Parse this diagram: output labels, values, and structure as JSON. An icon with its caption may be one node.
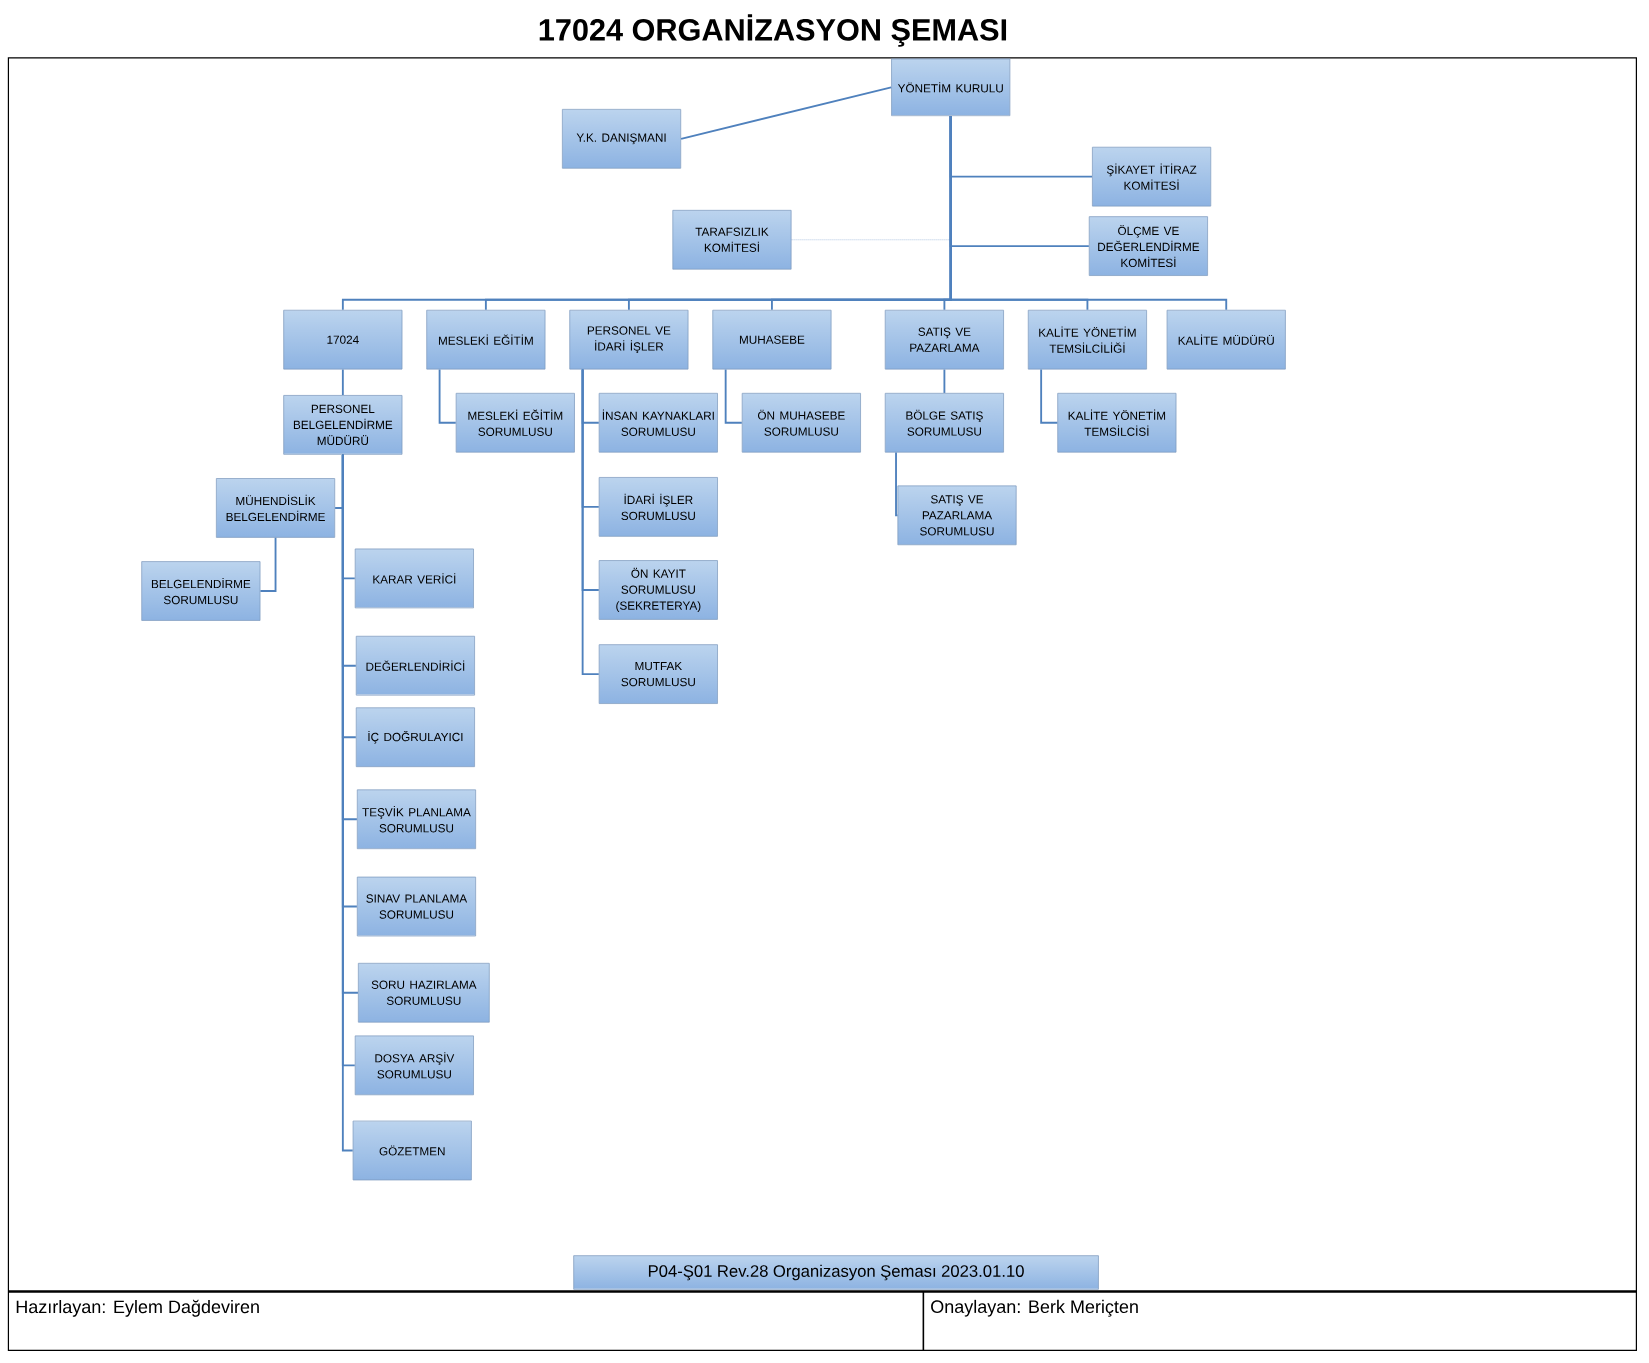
{
  "diagram": {
    "title": "17024 ORGANİZASYON ŞEMASI",
    "nodes": [
      {
        "text": [
          "YÖNETİM KURULU"
        ]
      },
      {
        "text": [
          "Y.K. DANIŞMANI"
        ]
      },
      {
        "text": [
          "ŞİKAYET İTİRAZ KOMİTESİ"
        ]
      },
      {
        "text": [
          "TARAFSIZLIK KOMİTESİ"
        ]
      },
      {
        "text": [
          "ÖLÇME VE DEĞERLENDİRME KOMİTESİ"
        ]
      },
      {
        "text": [
          "17024"
        ]
      },
      {
        "text": [
          "MESLEKİ EĞİTİM"
        ]
      },
      {
        "text": [
          "PERSONEL VE İDARİ İŞLER"
        ]
      },
      {
        "text": [
          "MUHASEBE"
        ]
      },
      {
        "text": [
          "SATIŞ VE PAZARLAMA"
        ]
      },
      {
        "text": [
          "KALİTE YÖNETİM TEMSİLCİLİĞİ"
        ]
      },
      {
        "text": [
          "KALİTE MÜDÜRÜ"
        ]
      },
      {
        "text": [
          "PERSONEL BELGELENDİRME MÜDÜRÜ"
        ]
      },
      {
        "text": [
          "MESLEKİ EĞİTİM SORUMLUSU"
        ]
      },
      {
        "text": [
          "İNSAN KAYNAKLARI SORUMLUSU"
        ]
      },
      {
        "text": [
          "ÖN MUHASEBE SORUMLUSU"
        ]
      },
      {
        "text": [
          "BÖLGE SATIŞ SORUMLUSU"
        ]
      },
      {
        "text": [
          "KALİTE YÖNETİM TEMSİLCİSİ"
        ]
      },
      {
        "text": [
          "MÜHENDİSLİK BELGELENDİRME"
        ]
      },
      {
        "text": [
          "BELGELENDİRME SORUMLUSU"
        ]
      },
      {
        "text": [
          "İDARİ İŞLER SORUMLUSU"
        ]
      },
      {
        "text": [
          "SATIŞ VE PAZARLAMA SORUMLUSU"
        ]
      },
      {
        "text": [
          "KARAR VERİCİ"
        ]
      },
      {
        "text": [
          "ÖN KAYIT SORUMLUSU (SEKRETERYA)"
        ]
      },
      {
        "text": [
          "MUTFAK SORUMLUSU"
        ]
      },
      {
        "text": [
          "DEĞERLENDİRİCİ"
        ]
      },
      {
        "text": [
          "İÇ DOĞRULAYICI"
        ]
      },
      {
        "text": [
          "TEŞVİK PLANLAMA SORUMLUSU"
        ]
      },
      {
        "text": [
          "SINAV PLANLAMA SORUMLUSU"
        ]
      },
      {
        "text": [
          "SORU HAZIRLAMA SORUMLUSU"
        ]
      },
      {
        "text": [
          "DOSYA ARŞİV SORUMLUSU"
        ]
      },
      {
        "text": [
          "GÖZETMEN"
        ]
      },
      {
        "text": [
          "P04-Ş01 Rev.28 Organizasyon Şeması 2023.01.10"
        ]
      }
    ],
    "edges": [
      {
        "from": 0,
        "to": 3,
        "arrow": "none",
        "style": "dashed"
      },
      {
        "from": 0,
        "to": 1,
        "arrow": "none"
      },
      {
        "from": 0,
        "to": 2,
        "arrow": "none"
      },
      {
        "from": 0,
        "to": 4,
        "arrow": "none"
      },
      {
        "from": 0,
        "to": 5,
        "arrow": "none"
      },
      {
        "from": 0,
        "to": 6,
        "arrow": "none"
      },
      {
        "from": 0,
        "to": 7,
        "arrow": "none"
      },
      {
        "from": 0,
        "to": 8,
        "arrow": "none"
      },
      {
        "from": 0,
        "to": 9,
        "arrow": "none"
      },
      {
        "from": 0,
        "to": 10,
        "arrow": "none"
      },
      {
        "from": 0,
        "to": 11,
        "arrow": "none"
      },
      {
        "from": 5,
        "to": 12,
        "arrow": "none"
      },
      {
        "from": 6,
        "to": 13,
        "arrow": "none"
      },
      {
        "from": 7,
        "to": 14,
        "arrow": "none"
      },
      {
        "from": 7,
        "to": 20,
        "arrow": "none"
      },
      {
        "from": 7,
        "to": 23,
        "arrow": "none"
      },
      {
        "from": 7,
        "to": 24,
        "arrow": "none"
      },
      {
        "from": 8,
        "to": 15,
        "arrow": "none"
      },
      {
        "from": 9,
        "to": 16,
        "arrow": "none"
      },
      {
        "from": 16,
        "to": 21,
        "arrow": "none"
      },
      {
        "from": 10,
        "to": 17,
        "arrow": "none"
      },
      {
        "from": 12,
        "to": 18,
        "arrow": "none"
      },
      {
        "from": 18,
        "to": 19,
        "arrow": "none"
      },
      {
        "from": 12,
        "to": 22,
        "arrow": "none"
      },
      {
        "from": 12,
        "to": 25,
        "arrow": "none"
      },
      {
        "from": 12,
        "to": 26,
        "arrow": "none"
      },
      {
        "from": 12,
        "to": 27,
        "arrow": "none"
      },
      {
        "from": 12,
        "to": 28,
        "arrow": "none"
      },
      {
        "from": 12,
        "to": 29,
        "arrow": "none"
      },
      {
        "from": 12,
        "to": 30,
        "arrow": "none"
      },
      {
        "from": 12,
        "to": 31,
        "arrow": "none"
      }
    ],
    "labels": [
      "Hazırlayan: Eylem Dağdeviren",
      "Onaylayan: Berk Meriçten"
    ]
  }
}
